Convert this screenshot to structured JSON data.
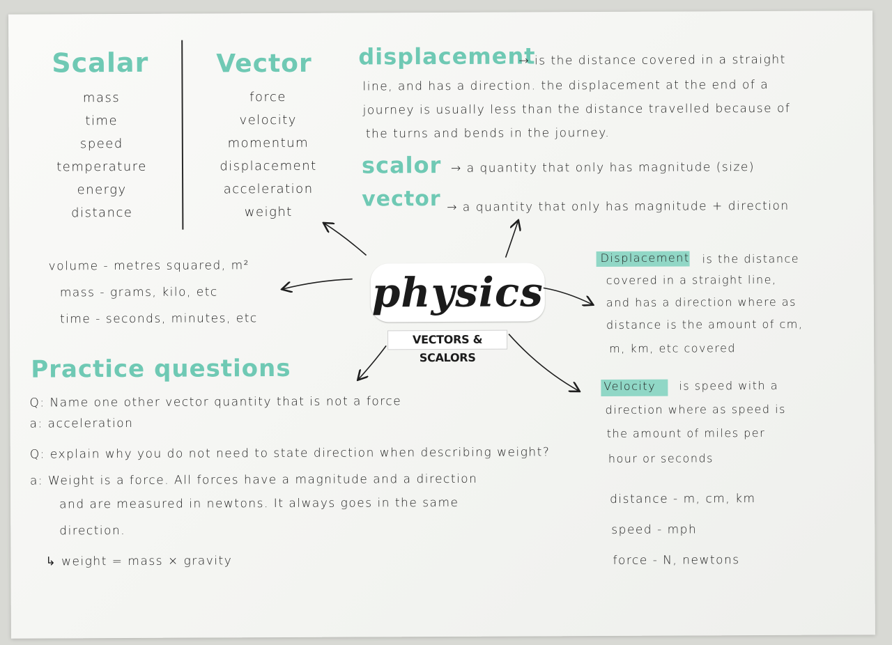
{
  "colors": {
    "accent": "#6fc9b4",
    "highlight": "#7fd1be",
    "ink": "#1e1e1e"
  },
  "scalar": {
    "heading": "Scalar",
    "items": [
      "mass",
      "time",
      "speed",
      "temperature",
      "energy",
      "distance"
    ]
  },
  "vector": {
    "heading": "Vector",
    "items": [
      "force",
      "velocity",
      "momentum",
      "displacement",
      "acceleration",
      "weight"
    ]
  },
  "displacement_def": {
    "term": "displacement",
    "lines": [
      "→ is the distance covered in a straight",
      "line, and has a direction. the displacement at the end of a",
      "journey is usually less than the distance travelled because of",
      "the turns and bends in the journey."
    ]
  },
  "scalar_def": {
    "term": "scalor",
    "text": "→ a quantity that only has magnitude (size)"
  },
  "vector_def": {
    "term": "vector",
    "text": "→ a quantity that only has magnitude + direction"
  },
  "center": {
    "title": "physics",
    "subtitle": "VECTORS & SCALORS"
  },
  "units": {
    "lines": [
      "volume - metres squared, m²",
      "mass - grams, kilo, etc",
      "time - seconds, minutes, etc"
    ]
  },
  "displacement_note": {
    "term": "Displacement",
    "lines": [
      "is the distance",
      "covered in a straight line,",
      "and has a direction where as",
      "distance is the amount of cm,",
      "m, km, etc covered"
    ]
  },
  "velocity_note": {
    "term": "Velocity",
    "lines": [
      "is speed with a",
      "direction where as speed is",
      "the amount of miles per",
      "hour or seconds"
    ]
  },
  "unit_list": [
    "distance - m, cm, km",
    "speed - mph",
    "force - N, newtons"
  ],
  "practice": {
    "heading": "Practice questions",
    "q1": "Q: Name one other vector quantity that is not a force",
    "a1": "a: acceleration",
    "q2": "Q: explain why you do not need to state direction when describing weight?",
    "a2_lines": [
      "a: Weight is a force. All forces have a magnitude and a direction",
      "and are measured in newtons. It always goes in the same",
      "direction."
    ],
    "formula": "↳ weight = mass × gravity"
  }
}
